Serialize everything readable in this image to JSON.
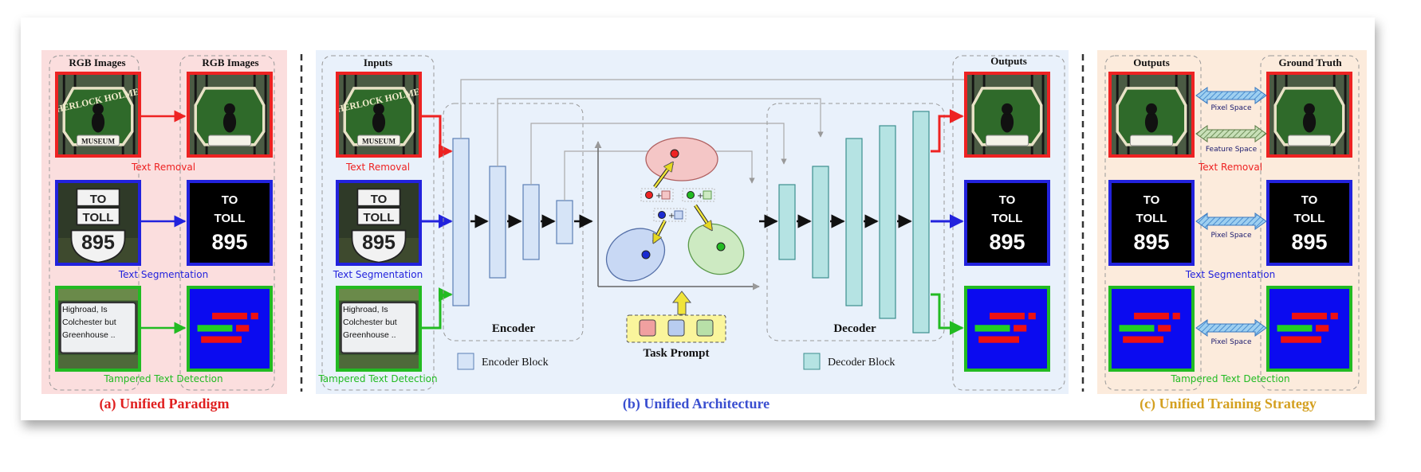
{
  "panel_a": {
    "col_left": "RGB Images",
    "col_right": "RGB Images",
    "caption": "(a) Unified Paradigm"
  },
  "panel_b": {
    "inputs_label": "Inputs",
    "outputs_label": "Outputs",
    "encoder_label": "Encoder",
    "decoder_label": "Decoder",
    "task_prompt_label": "Task Prompt",
    "encoder_block_legend": "Encoder Block",
    "decoder_block_legend": "Decoder Block",
    "caption": "(b) Unified Architecture"
  },
  "panel_c": {
    "col_left": "Outputs",
    "col_right": "Ground Truth",
    "pixel_space": "Pixel Space",
    "feature_space": "Feature Space",
    "caption": "(c) Unified Training Strategy"
  },
  "tasks": {
    "removal": "Text Removal",
    "segmentation": "Text Segmentation",
    "detection": "Tampered Text Detection"
  },
  "sign_text": {
    "to": "TO",
    "toll": "TOLL",
    "number": "895",
    "line1": "Highroad, Is",
    "line2": "Colchester but",
    "line3": "Greenhouse .."
  },
  "colors": {
    "removal": "#ee2222",
    "segmentation": "#2222dd",
    "detection": "#22bb22",
    "caption_a": "#e02020",
    "caption_b": "#3a4fd0",
    "caption_c": "#d4a020",
    "encoder_fill": "#d6e4f7",
    "decoder_fill": "#b5e3e3"
  }
}
